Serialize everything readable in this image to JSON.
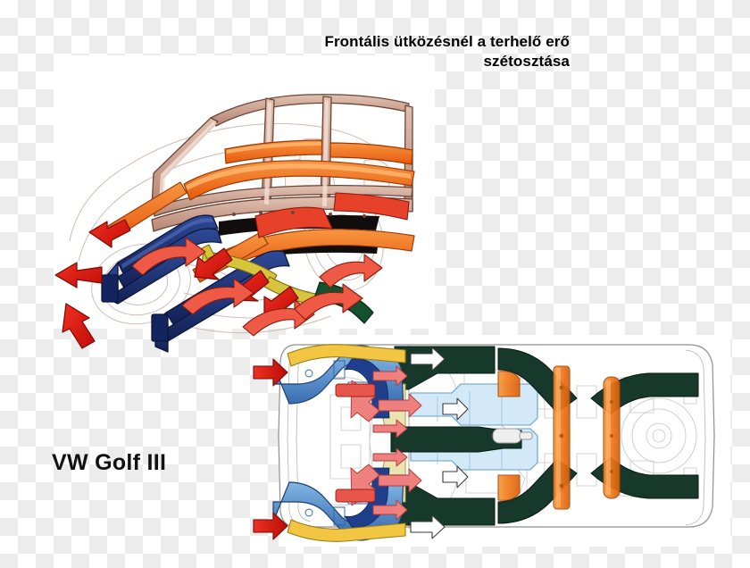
{
  "document": {
    "title_line_1": "Frontális ütközésnél a terhelő erő",
    "title_line_2": "szétosztása",
    "title_full": "Frontális ütközésnél a terhelő erő\nszétosztása",
    "model_label": "VW Golf III",
    "language": "hu",
    "background": "transparent-checkerboard"
  },
  "figures": {
    "upper": {
      "name": "body-structure-cutaway",
      "view": "three-quarter-front-cutaway",
      "caption_ref": "document.title_full",
      "elements": [
        {
          "part": "roof-and-pillar-frame",
          "color": "#c49a8a"
        },
        {
          "part": "side-impact-door-beam",
          "color": "#f07d1a"
        },
        {
          "part": "upper-load-path-rail",
          "color": "#ef6a14"
        },
        {
          "part": "front-longitudinal-member",
          "color": "#1c2f6e"
        },
        {
          "part": "rocker-sill-member",
          "color": "#23357a"
        },
        {
          "part": "rear-longitudinal-member",
          "color": "#15512f"
        },
        {
          "part": "transverse-tie-member",
          "color": "#c8b93a"
        },
        {
          "part": "force-arrow-straight",
          "color": "#e01b13"
        },
        {
          "part": "force-arrow-curved",
          "color": "#ef5a46"
        }
      ]
    },
    "lower": {
      "name": "underbody-floorpan-plan",
      "view": "bottom-plan",
      "caption_ref": "document.model_label",
      "elements": [
        {
          "part": "front-longitudinal-member",
          "color": "#4f8fd0"
        },
        {
          "part": "front-bumper-beam",
          "color": "#f2c642"
        },
        {
          "part": "firewall-bulkhead-node",
          "color": "#ebe3b0"
        },
        {
          "part": "rocker-sill-member",
          "color": "#bcdcf2"
        },
        {
          "part": "centre-tunnel",
          "color": "#17392c"
        },
        {
          "part": "rear-longitudinal-member",
          "color": "#17392c"
        },
        {
          "part": "floor-crossmember",
          "color": "#f07d1a"
        },
        {
          "part": "force-arrow-input",
          "color": "#e01b13"
        },
        {
          "part": "force-arrow-distribution",
          "color": "#ef8080"
        },
        {
          "part": "force-arrow-outline",
          "color": "#ffffff"
        },
        {
          "part": "body-outline",
          "color": "#8b8b8b"
        }
      ]
    }
  },
  "colors": {
    "checker_light": "#ffffff",
    "checker_dark": "#ececec",
    "panel": "#ffffff",
    "text": "#000000",
    "arrow_red": "#e01b13",
    "arrow_pink": "#ef8080",
    "member_orange": "#f07d1a",
    "member_blue_dark": "#1c2f6e",
    "member_blue_light": "#4f8fd0",
    "member_green": "#17392c",
    "member_yellow": "#f2c642",
    "body_tan": "#c49a8a"
  }
}
